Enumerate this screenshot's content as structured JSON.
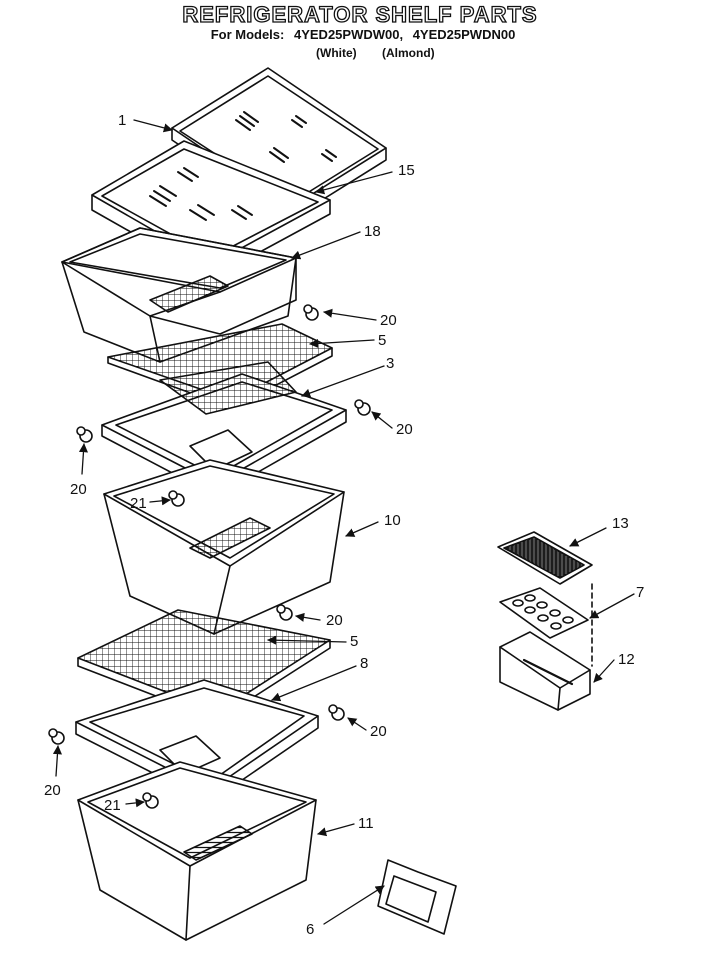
{
  "title": "REFRIGERATOR SHELF PARTS",
  "models": {
    "prefix": "For Models:",
    "model_1": "4YED25PWDW00,",
    "model_2": "4YED25PWDN00",
    "color_1": "(White)",
    "color_2": "(Almond)"
  },
  "callouts": {
    "c1": "1",
    "c15": "15",
    "c18": "18",
    "c20a": "20",
    "c5a": "5",
    "c3": "3",
    "c20b": "20",
    "c20c": "20",
    "c21a": "21",
    "c10": "10",
    "c20d": "20",
    "c5b": "5",
    "c8": "8",
    "c20e": "20",
    "c20f": "20",
    "c21b": "21",
    "c11": "11",
    "c6": "6",
    "c13": "13",
    "c7": "7",
    "c12": "12"
  }
}
